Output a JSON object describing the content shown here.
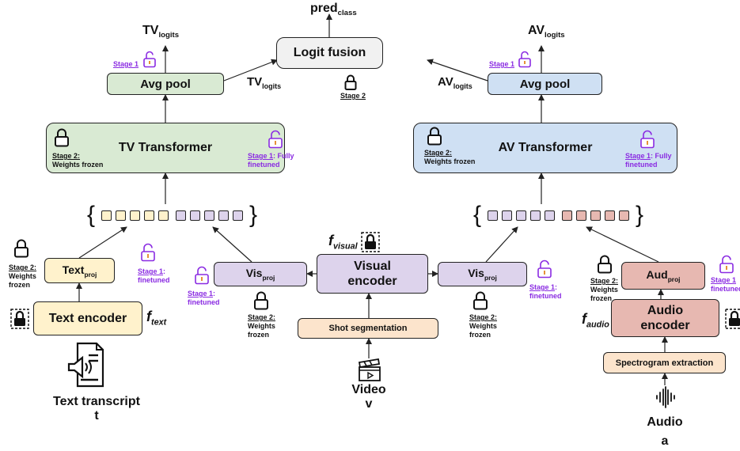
{
  "top": {
    "pred": "pred",
    "pred_sub": "class"
  },
  "fusion": {
    "label": "Logit fusion",
    "stage": "Stage 2"
  },
  "tv": {
    "logits_main": "TV",
    "logits_sub": "logits",
    "avgpool": "Avg pool",
    "stage1": "Stage 1",
    "transformer": "TV Transformer",
    "stage2_label": "Stage 2:",
    "stage2_text": "Weights frozen",
    "stage1_label": "Stage 1",
    "stage1_text": ": Fully",
    "stage1_text2": "finetuned"
  },
  "av": {
    "logits_main": "AV",
    "logits_sub": "logits",
    "avgpool": "Avg pool",
    "stage1": "Stage 1",
    "transformer": "AV Transformer",
    "stage2_label": "Stage 2:",
    "stage2_text": "Weights frozen",
    "stage1_label": "Stage 1",
    "stage1_text": ": Fully",
    "stage1_text2": "finetuned"
  },
  "text_branch": {
    "proj_main": "Text",
    "proj_sub": "proj",
    "encoder": "Text encoder",
    "f_main": "f",
    "f_sub": "text",
    "input_label": "Text transcript",
    "input_var": "t",
    "stage2_label": "Stage 2:",
    "stage2_l2": "Weights",
    "stage2_l3": "frozen",
    "stage1_label": "Stage 1",
    "stage1_text": ":",
    "stage1_text2": "finetuned"
  },
  "visual_branch": {
    "encoder_l1": "Visual",
    "encoder_l2": "encoder",
    "f_main": "f",
    "f_sub": "visual",
    "shot": "Shot segmentation",
    "input_label": "Video",
    "input_var": "v",
    "visproj_main": "Vis",
    "visproj_sub": "proj",
    "left_stage1_label": "Stage 1",
    "left_stage1_text": ":",
    "left_stage1_text2": "finetuned",
    "left_stage2_label": "Stage 2:",
    "left_stage2_l2": "Weights",
    "left_stage2_l3": "frozen",
    "right_stage1_label": "Stage 1",
    "right_stage1_text": ":",
    "right_stage1_text2": "finetuned",
    "right_stage2_label": "Stage 2:",
    "right_stage2_l2": "Weights",
    "right_stage2_l3": "frozen"
  },
  "audio_branch": {
    "proj_main": "Aud",
    "proj_sub": "proj",
    "encoder_l1": "Audio",
    "encoder_l2": "encoder",
    "f_main": "f",
    "f_sub": "audio",
    "spectrogram": "Spectrogram extraction",
    "input_label": "Audio",
    "input_var": "a",
    "stage2_label": "Stage 2:",
    "stage2_l2": "Weights",
    "stage2_l3": "frozen",
    "stage1_label": "Stage 1",
    "stage1_text2": "finetuned"
  },
  "token_colors": {
    "text": "#fff2cc",
    "visual": "#ddd3ec",
    "audio": "#e7b8b1"
  }
}
